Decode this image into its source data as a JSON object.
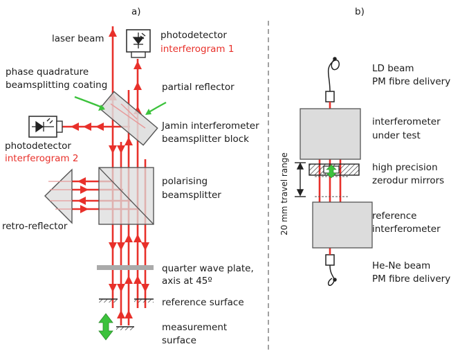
{
  "panel_a": {
    "label": "a)",
    "laser_beam": "laser beam",
    "photodetector_1": "photodetector",
    "interferogram_1": "interferogram 1",
    "coating_line1": "phase quadrature",
    "coating_line2": "beamsplitting coating",
    "partial_reflector": "partial reflector",
    "jamin_line1": "Jamin interferometer",
    "jamin_line2": "beamsplitter block",
    "photodetector_2": "photodetector",
    "interferogram_2": "interferogram 2",
    "polarising_line1": "polarising",
    "polarising_line2": "beamsplitter",
    "retro_reflector": "retro-reflector",
    "quarter_line1": "quarter wave plate,",
    "quarter_line2": "axis at 45º",
    "reference_surface": "reference surface",
    "measurement_line1": "measurement",
    "measurement_line2": "surface"
  },
  "panel_b": {
    "label": "b)",
    "ld_line1": "LD beam",
    "ld_line2": "PM fibre delivery",
    "iut_line1": "interferometer",
    "iut_line2": "under test",
    "mirrors_line1": "high precision",
    "mirrors_line2": "zerodur mirrors",
    "travel_range": "20 mm travel range",
    "ref_line1": "reference",
    "ref_line2": "interferometer",
    "hene_line1": "He-Ne beam",
    "hene_line2": "PM fibre delivery"
  },
  "colors": {
    "beam": "#e8302a",
    "arrow_green": "#3cc23c",
    "component_fill": "#dcdcdc",
    "component_stroke": "#555555",
    "divider": "#8a8a8a"
  }
}
